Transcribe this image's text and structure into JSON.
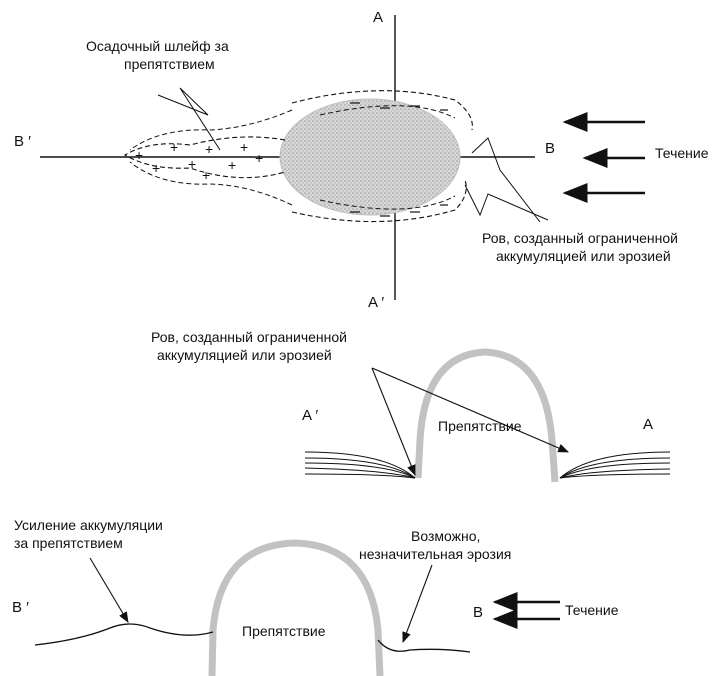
{
  "top_view": {
    "axis_a_top": "A",
    "axis_a_bottom": "A ′",
    "axis_b_left": "B ′",
    "axis_b_right": "B",
    "flow_label": "Течение",
    "plume_label": [
      "Осадочный шлейф за",
      "препятствием"
    ],
    "moat_label": [
      "Ров, созданный ограниченной",
      "аккумуляцией или эрозией"
    ]
  },
  "section_aa": {
    "left": "A ′",
    "right": "A",
    "obstacle": "Препятствие",
    "moat_label": [
      "Ров, созданный ограниченной",
      "аккумуляцией или эрозией"
    ]
  },
  "section_bb": {
    "left": "B ′",
    "right": "B",
    "obstacle": "Препятствие",
    "flow_label": "Течение",
    "accum_label": [
      "Усиление аккумуляции",
      "за препятствием"
    ],
    "erosion_label": [
      "Возможно,",
      "незначительная эрозия"
    ]
  }
}
